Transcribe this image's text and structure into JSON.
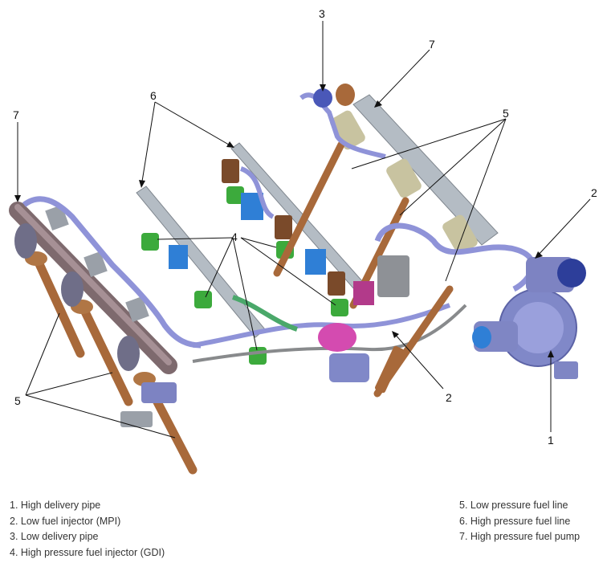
{
  "callouts": [
    {
      "num": "1"
    },
    {
      "num": "2"
    },
    {
      "num": "3"
    },
    {
      "num": "4"
    },
    {
      "num": "5"
    },
    {
      "num": "6"
    },
    {
      "num": "7"
    }
  ],
  "callout_labels": {
    "c1": "1",
    "c2a": "2",
    "c2b": "2",
    "c3": "3",
    "c4": "4",
    "c5a": "5",
    "c5b": "5",
    "c6": "6",
    "c7a": "7",
    "c7b": "7"
  },
  "legend": {
    "left": [
      "1. High delivery pipe",
      "2. Low fuel injector (MPI)",
      "3. Low delivery pipe",
      "4. High pressure fuel injector (GDI)"
    ],
    "right": [
      "5. Low pressure fuel line",
      "6. High pressure fuel line",
      "7. High pressure fuel pump"
    ]
  },
  "colors": {
    "rail": "#b4bcc4",
    "pipe": "#8f93d8",
    "injector_copper": "#a8693a",
    "gdi_green": "#3caa3c",
    "bracket_blue": "#2f7fd6",
    "pump": "#8088c8",
    "connector": "#7a4a2a"
  }
}
